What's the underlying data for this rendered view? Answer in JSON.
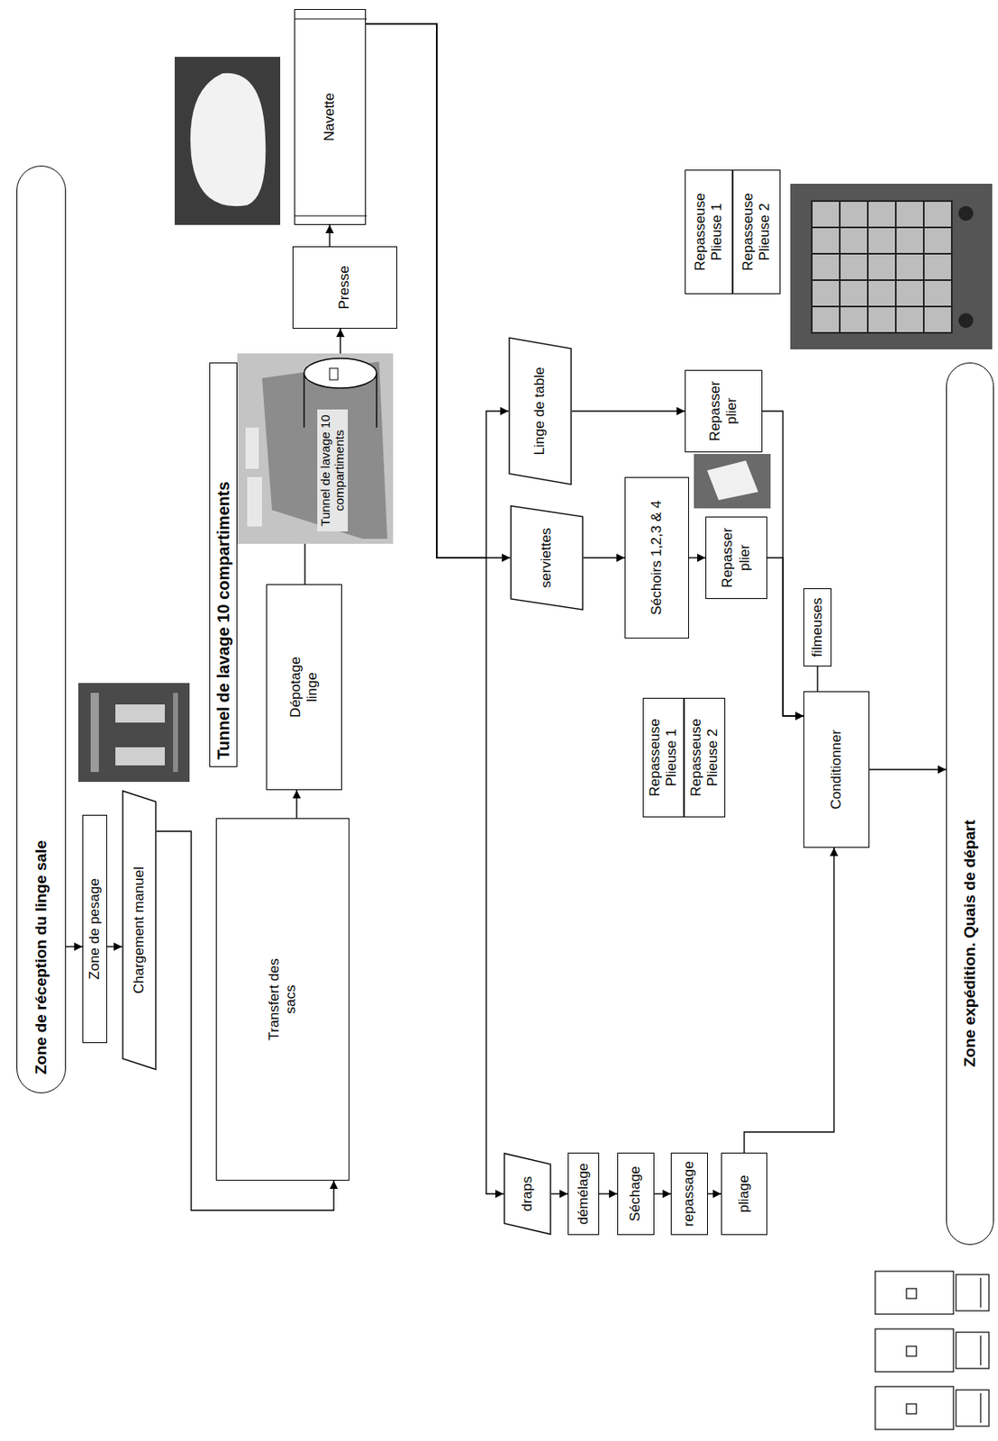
{
  "diagram": {
    "nodes": [
      {
        "text": [
          "Zone de réception du linge sale"
        ]
      },
      {
        "text": [
          "Zone de pesage"
        ]
      },
      {
        "text": [
          "Chargement manuel"
        ]
      },
      {
        "text": [
          "Transfert des sacs"
        ]
      },
      {
        "text": [
          "Dépotage linge"
        ]
      },
      {
        "text": [
          "Tunnel de lavage 10 compartiments"
        ]
      },
      {
        "text": [
          "Presse"
        ]
      },
      {
        "text": [
          "Navette"
        ]
      },
      {
        "text": [
          "draps"
        ]
      },
      {
        "text": [
          "démélage"
        ]
      },
      {
        "text": [
          "Séchage"
        ]
      },
      {
        "text": [
          "repassage"
        ]
      },
      {
        "text": [
          "pliage"
        ]
      },
      {
        "text": [
          "serviettes"
        ]
      },
      {
        "text": [
          "Séchoirs 1,2,3 & 4"
        ]
      },
      {
        "text": [
          "Repasseuse Plieuse 1"
        ]
      },
      {
        "text": [
          "Repasseuse Plieuse 2"
        ]
      },
      {
        "text": [
          "Repasser plier"
        ]
      },
      {
        "text": [
          "Linge de table"
        ]
      },
      {
        "text": [
          "Repasser plier"
        ]
      },
      {
        "text": [
          "Repasseuse Plieuse 1"
        ]
      },
      {
        "text": [
          "Repasseuse Plieuse 2"
        ]
      },
      {
        "text": [
          "Conditionner"
        ]
      },
      {
        "text": [
          "filmeuses"
        ]
      },
      {
        "text": [
          "Zone expédition. Quais de départ"
        ]
      }
    ],
    "edges": [
      {
        "from": 0,
        "to": 1,
        "arrow": "to"
      },
      {
        "from": 1,
        "to": 2,
        "arrow": "to"
      },
      {
        "from": 2,
        "to": 3,
        "arrow": "to"
      },
      {
        "from": 3,
        "to": 4,
        "arrow": "to"
      },
      {
        "from": 4,
        "to": 5,
        "arrow": "none"
      },
      {
        "from": 5,
        "to": 6,
        "arrow": "to"
      },
      {
        "from": 6,
        "to": 7,
        "arrow": "to"
      },
      {
        "from": 7,
        "to": 8,
        "arrow": "to"
      },
      {
        "from": 7,
        "to": 13,
        "arrow": "to"
      },
      {
        "from": 7,
        "to": 18,
        "arrow": "to"
      },
      {
        "from": 8,
        "to": 9,
        "arrow": "to"
      },
      {
        "from": 9,
        "to": 10,
        "arrow": "to"
      },
      {
        "from": 10,
        "to": 11,
        "arrow": "to"
      },
      {
        "from": 11,
        "to": 12,
        "arrow": "to"
      },
      {
        "from": 12,
        "to": 22,
        "arrow": "to"
      },
      {
        "from": 13,
        "to": 14,
        "arrow": "to"
      },
      {
        "from": 14,
        "to": 17,
        "arrow": "to"
      },
      {
        "from": 17,
        "to": 22,
        "arrow": "to"
      },
      {
        "from": 18,
        "to": 19,
        "arrow": "to"
      },
      {
        "from": 19,
        "to": 22,
        "arrow": "to"
      },
      {
        "from": 22,
        "to": 23,
        "arrow": "none"
      },
      {
        "from": 22,
        "to": 24,
        "arrow": "to"
      }
    ],
    "labels": [
      "Tunnel de lavage 10 compartiments"
    ]
  }
}
